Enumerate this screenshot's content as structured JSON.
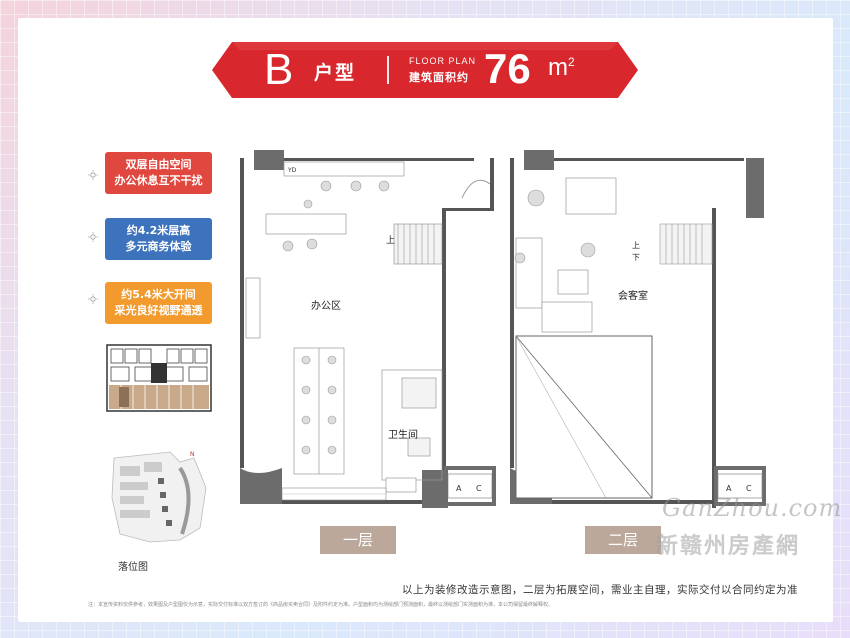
{
  "header": {
    "letter": "B",
    "type": "户型",
    "floor_plan_en": "FLOOR PLAN",
    "area_label": "建筑面积约",
    "area_value": "76",
    "area_unit": "m",
    "area_sup": "2",
    "color": "#d8272d"
  },
  "features": [
    {
      "line1": "双层自由空间",
      "line2": "办公休息互不干扰",
      "color": "#e0473e"
    },
    {
      "line1": "约4.2米层高",
      "line2": "多元商务体验",
      "color": "#3d72bd"
    },
    {
      "line1": "约5.4米大开间",
      "line2": "采光良好视野通透",
      "color": "#f29a2e"
    }
  ],
  "site": {
    "label": "落位图",
    "compass": "N"
  },
  "plans": {
    "floor1": {
      "button": "一层",
      "office": "办公区",
      "wc": "卫生间",
      "up": "上",
      "yd": "YD",
      "ac": "A",
      "ac2": "C"
    },
    "floor2": {
      "button": "二层",
      "meeting": "会客室",
      "updown1": "上",
      "updown2": "下",
      "ac": "A",
      "ac2": "C"
    }
  },
  "caption": "以上为装修改造示意图，二层为拓展空间，需业主自理，实际交付以合同约定为准",
  "note": "注：本宣传资料仅供参考，效果图及户型图仅为示意，实际交付标准以双方签订的《商品房买卖合同》及附件约定为准。户型面积均为测绘部门预测面积，最终以测绘部门实测面积为准，本公司保留最终解释权。",
  "watermark": {
    "line1": "GanZhou.com",
    "line2": "新赣州房產網"
  }
}
